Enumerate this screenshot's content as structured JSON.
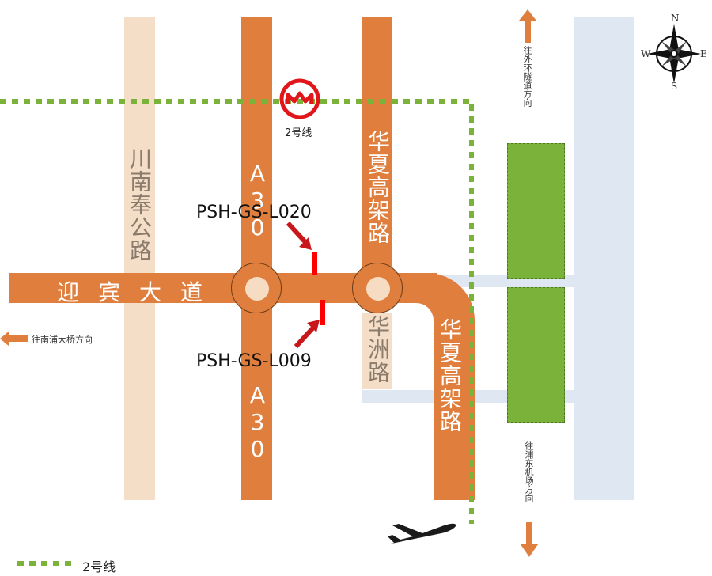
{
  "roads": {
    "chuannan": "川南奉公路",
    "a30_top": "A30",
    "a30_bottom": "A30",
    "huaxia_top": "华夏高架路",
    "huaxia_bottom": "华夏高架路",
    "huazhou": "华洲路",
    "yingbin": "迎宾大道"
  },
  "metro": {
    "label": "2号线"
  },
  "cameras": {
    "upper": "PSH-GS-L020",
    "lower": "PSH-GS-L009"
  },
  "directions": {
    "west": "往南浦大桥方向",
    "north": "往外环隧道方向",
    "south": "往浦东机场方向"
  },
  "compass": {
    "n": "N",
    "s": "S",
    "e": "E",
    "w": "W"
  },
  "legend": {
    "line2": "2号线"
  },
  "colors": {
    "road": "#e07f3d",
    "minor_road": "#f4dec8",
    "metro_line": "#7bb33a",
    "camera": "#e0161b"
  },
  "icons": [
    "metro-logo-icon",
    "airplane-icon",
    "compass-icon",
    "arrow-up-icon",
    "arrow-down-icon",
    "arrow-left-icon"
  ]
}
